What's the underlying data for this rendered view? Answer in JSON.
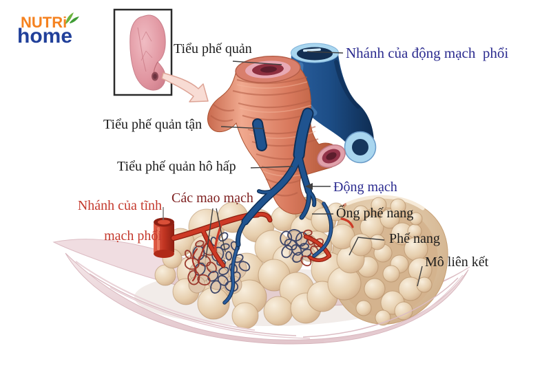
{
  "logo": {
    "nutri": "NUTRi",
    "home": "home"
  },
  "labels": {
    "bronchiole": "Tiểu phế quản",
    "pulmonary_artery_branch": "Nhánh của động mạch  phổi",
    "terminal_bronchiole": "Tiểu phế quản tận",
    "respiratory_bronchiole": "Tiểu phế quản hô hấp",
    "pulmonary_vein_branch": {
      "line1": "Nhánh của tĩnh",
      "line2": "mạch phổi"
    },
    "capillaries": "Các mao mạch",
    "artery": "Động mạch",
    "alveolar_duct": "Ống phế nang",
    "alveolus": "Phế nang",
    "connective_tissue": "Mô liên kết"
  },
  "colors": {
    "label_black": "#1b1b1b",
    "label_navy": "#2b2b8f",
    "label_red": "#c4392d",
    "label_maroon": "#7e2020",
    "logo_orange": "#f58220",
    "logo_blue": "#21409a",
    "logo_green": "#6cb33f",
    "artery_blue": "#1d4e87",
    "artery_rim_lightblue": "#a9d6ef",
    "bronchiole_salmon": "#d97a5e",
    "vein_red": "#cd3a26",
    "alveoli_beige": "#e7cfae",
    "connective_tissue_pink": "#eed9dd"
  }
}
